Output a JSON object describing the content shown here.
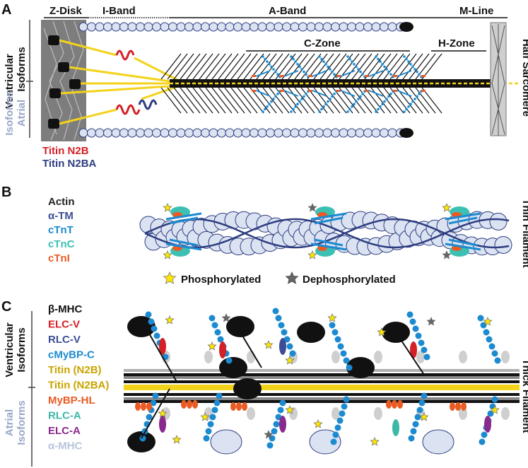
{
  "panel_a": {
    "letter": "A",
    "bands": {
      "z_disk": "Z-Disk",
      "i_band": "I-Band",
      "a_band": "A-Band",
      "m_line": "M-Line",
      "c_zone": "C-Zone",
      "h_zone": "H-Zone"
    },
    "ventricular_label_line1": "Ventricular",
    "ventricular_label_line2": "Isoforms",
    "atrial_label_line1": "Atrial",
    "atrial_label_line2": "Isoforms",
    "side_title": "Half Sarcomere",
    "legend": [
      {
        "label": "Titin N2B",
        "color": "#d42027"
      },
      {
        "label": "Titin N2BA",
        "color": "#2e3d80"
      }
    ]
  },
  "panel_b": {
    "letter": "B",
    "side_title": "Thin Filament",
    "legend": [
      {
        "label": "Actin",
        "color": "#222222"
      },
      {
        "label": "α-TM",
        "color": "#3d4e97"
      },
      {
        "label": "cTnT",
        "color": "#1c8ad0"
      },
      {
        "label": "cTnC",
        "color": "#3cc0b4"
      },
      {
        "label": "cTnI",
        "color": "#ea5b24"
      }
    ],
    "key": {
      "phosphorylated": "Phosphorylated",
      "dephosphorylated": "Dephosphorylated"
    }
  },
  "panel_c": {
    "letter": "C",
    "side_title": "Thick Filament",
    "ventricular_label_line1": "Ventricular",
    "ventricular_label_line2": "Isoforms",
    "atrial_label_line1": "Atrial",
    "atrial_label_line2": "Isoforms",
    "legend": [
      {
        "label": "β-MHC",
        "color": "#111111"
      },
      {
        "label": "ELC-V",
        "color": "#d42027"
      },
      {
        "label": "RLC-V",
        "color": "#3d4e97"
      },
      {
        "label": "cMyBP-C",
        "color": "#1c8ad0"
      },
      {
        "label": "Titin (N2B)",
        "color": "#c9a400"
      },
      {
        "label": "Titin (N2BA)",
        "color": "#c9a400"
      },
      {
        "label": "MyBP-HL",
        "color": "#ea5b24"
      },
      {
        "label": "RLC-A",
        "color": "#3cb8a8"
      },
      {
        "label": "ELC-A",
        "color": "#8a2a8e"
      },
      {
        "label": "α-MHC",
        "color": "#b9c4dc"
      }
    ]
  },
  "colors": {
    "titin_yellow": "#f3d31a",
    "actin_fill": "#dbe3f2",
    "actin_stroke": "#2e3d80",
    "tropomyosin": "#3d4e97",
    "mybpc_blue": "#1c8ad0",
    "z_disk_gray": "#8a8a8a"
  }
}
